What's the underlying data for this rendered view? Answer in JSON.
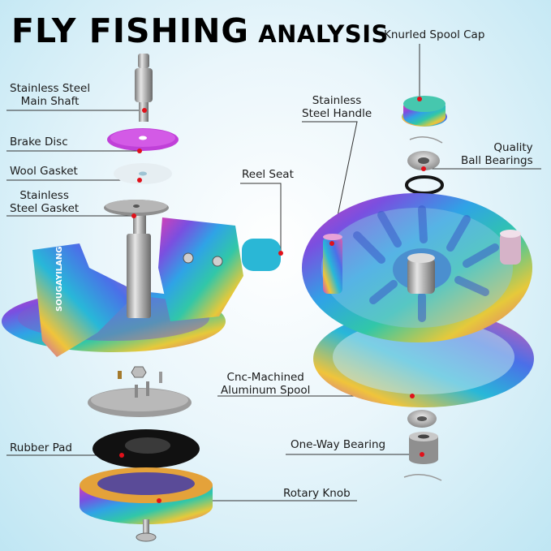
{
  "title": {
    "main": "FLY FISHING",
    "sub": "ANALYSIS"
  },
  "brand_text": "SOUGAYILANG",
  "colors": {
    "leader_line": "#333333",
    "dot": "#e0101a",
    "brake_disc": "#c040d8",
    "rubber_pad": "#111111",
    "gasket": "#9a9a9a"
  },
  "labels": {
    "main_shaft": [
      "Stainless Steel",
      "Main Shaft"
    ],
    "brake_disc": "Brake Disc",
    "wool_gasket": "Wool Gasket",
    "steel_gasket": [
      "Stainless",
      "Steel Gasket"
    ],
    "reel_seat": "Reel Seat",
    "handle": [
      "Stainless",
      "Steel Handle"
    ],
    "spool_cap": "Knurled Spool Cap",
    "ball_bearings": [
      "Quality",
      "Ball Bearings"
    ],
    "spool": [
      "Cnc-Machined",
      "Aluminum Spool"
    ],
    "one_way_bearing": "One-Way Bearing",
    "rubber_pad": "Rubber Pad",
    "rotary_knob": "Rotary Knob"
  }
}
